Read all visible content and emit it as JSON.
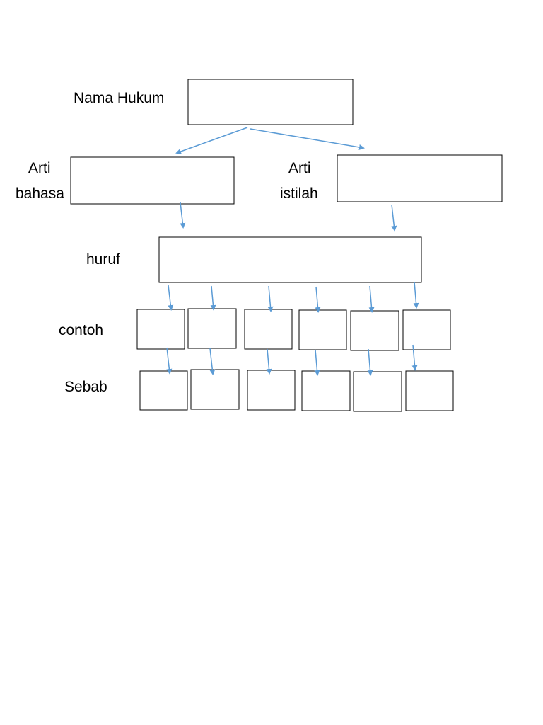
{
  "labels": {
    "nama_hukum": "Nama Hukum",
    "arti_bahasa_line1": "Arti",
    "arti_bahasa_line2": "bahasa",
    "arti_istilah_line1": "Arti",
    "arti_istilah_line2": "istilah",
    "huruf": "huruf",
    "contoh": "contoh",
    "sebab": "Sebab"
  },
  "colors": {
    "arrow": "#5b9bd5",
    "box_border": "#000000",
    "text": "#000000"
  }
}
